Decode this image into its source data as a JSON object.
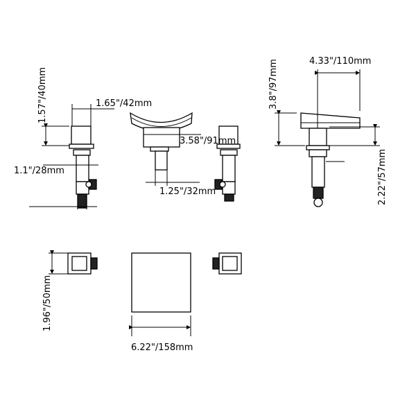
{
  "dimensions": {
    "handle_height": "1.57\"/40mm",
    "handle_width": "1.65\"/42mm",
    "handle_body": "1.1\"/28mm",
    "spout_width": "3.58\"/91mm",
    "spout_shank": "1.25\"/32mm",
    "spout_reach": "4.33\"/110mm",
    "spout_height": "3.8\"/97mm",
    "shank_length": "2.22\"/57mm",
    "handle_square": "1.96\"/50mm",
    "spout_square": "6.22\"/158mm"
  }
}
